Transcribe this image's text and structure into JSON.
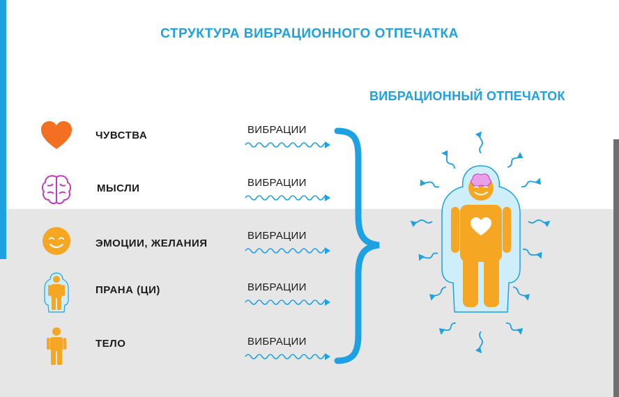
{
  "title": "СТРУКТУРА ВИБРАЦИОННОГО ОТПЕЧАТКА",
  "subtitle": "ВИБРАЦИОННЫЙ ОТПЕЧАТОК",
  "rows": [
    {
      "label": "ЧУВСТВА",
      "vibration": "ВИБРАЦИИ",
      "icon": "heart-icon"
    },
    {
      "label": "МЫСЛИ",
      "vibration": "ВИБРАЦИИ",
      "icon": "brain-icon"
    },
    {
      "label": "ЭМОЦИИ, ЖЕЛАНИЯ",
      "vibration": "ВИБРАЦИИ",
      "icon": "smiley-icon"
    },
    {
      "label": "ПРАНА (ЦИ)",
      "vibration": "ВИБРАЦИИ",
      "icon": "aura-person-icon"
    },
    {
      "label": "ТЕЛО",
      "vibration": "ВИБРАЦИИ",
      "icon": "person-icon"
    }
  ],
  "colors": {
    "accent_blue": "#1ea1e3",
    "heart_orange": "#f36f21",
    "brain_purple": "#c23bbf",
    "body_orange": "#f5a623",
    "aura_light_blue": "#cfeefb",
    "grey_panel": "#e6e6e6"
  }
}
